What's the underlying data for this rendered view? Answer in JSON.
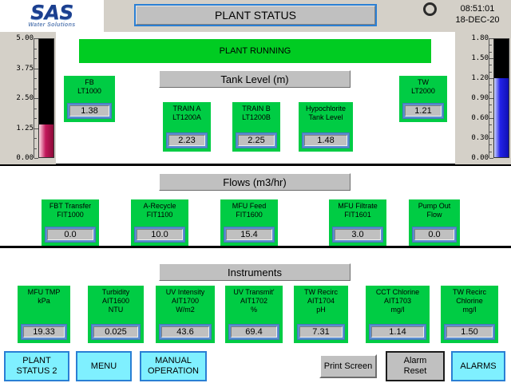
{
  "header": {
    "logo_main": "SAS",
    "logo_sub": "Water Solutions",
    "title": "PLANT STATUS",
    "clock_icon": "clock-icon",
    "time": "08:51:01",
    "date": "18-DEC-20"
  },
  "status": {
    "banner_text": "PLANT RUNNING",
    "banner_color": "#00cc22"
  },
  "colors": {
    "tag_green": "#00cc44",
    "button_cyan": "#7ff0ff",
    "plate_gray": "#c0c0c0",
    "gauge_red": "#c2185b",
    "gauge_blue": "#2222e8"
  },
  "gauges": [
    {
      "name": "fb-level-gauge",
      "side": "left",
      "min": 0.0,
      "max": 5.0,
      "value": 1.38,
      "fill_color": "#c2185b",
      "labels": [
        "5.00",
        "3.75",
        "2.50",
        "1.25",
        "0.00"
      ]
    },
    {
      "name": "tw-level-gauge",
      "side": "right",
      "min": 0.0,
      "max": 1.8,
      "value": 1.21,
      "fill_color": "#2222e8",
      "labels": [
        "1.80",
        "1.50",
        "1.20",
        "0.90",
        "0.60",
        "0.30",
        "0.00"
      ]
    }
  ],
  "sections": {
    "tank_level": {
      "heading": "Tank Level (m)",
      "tags": [
        {
          "name": "tag-fb-lt1000",
          "caption": "FB\nLT1000",
          "value": "1.38"
        },
        {
          "name": "tag-train-a-lt1200a",
          "caption": "TRAIN A\nLT1200A",
          "value": "2.23"
        },
        {
          "name": "tag-train-b-lt1200b",
          "caption": "TRAIN B\nLT1200B",
          "value": "2.25"
        },
        {
          "name": "tag-hypochlorite",
          "caption": "Hypochlorite\nTank Level",
          "value": "1.48"
        },
        {
          "name": "tag-tw-lt2000",
          "caption": "TW\nLT2000",
          "value": "1.21"
        }
      ]
    },
    "flows": {
      "heading": "Flows (m3/hr)",
      "tags": [
        {
          "name": "tag-fbt-transfer-fit1000",
          "caption": "FBT Transfer\nFIT1000",
          "value": "0.0"
        },
        {
          "name": "tag-a-recycle-fit1100",
          "caption": "A-Recycle\nFIT1100",
          "value": "10.0"
        },
        {
          "name": "tag-mfu-feed-fit1600",
          "caption": "MFU Feed\nFIT1600",
          "value": "15.4"
        },
        {
          "name": "tag-mfu-filtrate-fit1601",
          "caption": "MFU Filtrate\nFIT1601",
          "value": "3.0"
        },
        {
          "name": "tag-pump-out-flow",
          "caption": "Pump Out\nFlow",
          "value": "0.0"
        }
      ]
    },
    "instruments": {
      "heading": "Instruments",
      "tags": [
        {
          "name": "tag-mfu-tmp",
          "caption": "MFU TMP\nkPa",
          "value": "19.33"
        },
        {
          "name": "tag-turbidity-ait1600",
          "caption": "Turbidity\nAIT1600\nNTU",
          "value": "0.025"
        },
        {
          "name": "tag-uv-intensity-ait1700",
          "caption": "UV Intensity\nAIT1700\nW/m2",
          "value": "43.6"
        },
        {
          "name": "tag-uv-transmit-ait1702",
          "caption": "UV Transmit'\nAIT1702\n%",
          "value": "69.4"
        },
        {
          "name": "tag-tw-recirc-ait1704",
          "caption": "TW Recirc\nAIT1704\npH",
          "value": "7.31"
        },
        {
          "name": "tag-cct-chlorine-ait1703",
          "caption": "CCT Chlorine\nAIT1703\nmg/l",
          "value": "1.14"
        },
        {
          "name": "tag-tw-recirc-chlorine",
          "caption": "TW Recirc\nChlorine\nmg/l",
          "value": "1.50"
        }
      ]
    }
  },
  "buttons": [
    {
      "name": "plant-status-2-button",
      "label": "PLANT\nSTATUS 2",
      "style": "cyan"
    },
    {
      "name": "menu-button",
      "label": "MENU",
      "style": "cyan"
    },
    {
      "name": "manual-operation-button",
      "label": "MANUAL\nOPERATION",
      "style": "cyan"
    },
    {
      "name": "print-screen-button",
      "label": "Print Screen",
      "style": "gray"
    },
    {
      "name": "alarm-reset-button",
      "label": "Alarm\nReset",
      "style": "gray-dark"
    },
    {
      "name": "alarms-button",
      "label": "ALARMS",
      "style": "cyan"
    }
  ]
}
